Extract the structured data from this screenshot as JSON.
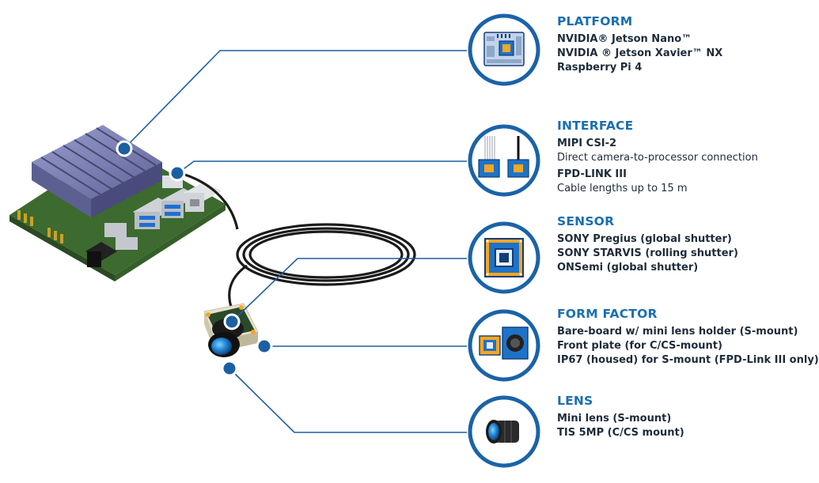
{
  "colors": {
    "accent_blue": "#1a6fb0",
    "ring_blue": "#1a63a8",
    "connector_blue": "#1c5fa3",
    "orange": "#f5a623",
    "heatsink": "#7f83b5",
    "pcb_green": "#4d7a3a"
  },
  "sections": {
    "platform": {
      "title": "PLATFORM",
      "lines": [
        "NVIDIA® Jetson Nano™",
        "NVIDIA ® Jetson Xavier™ NX",
        "Raspberry Pi 4"
      ]
    },
    "interface": {
      "title": "INTERFACE",
      "items": [
        {
          "name": "MIPI CSI-2",
          "desc": "Direct camera-to-processor connection"
        },
        {
          "name": "FPD-LINK III",
          "desc": "Cable lengths up to 15 m"
        }
      ]
    },
    "sensor": {
      "title": "SENSOR",
      "lines": [
        "SONY Pregius (global shutter)",
        "SONY STARVIS (rolling shutter)",
        "ONSemi (global shutter)"
      ]
    },
    "form_factor": {
      "title": "FORM FACTOR",
      "lines": [
        "Bare-board w/ mini lens holder (S-mount)",
        "Front plate (for C/CS-mount)",
        "IP67 (housed) for S-mount (FPD-Link III only)"
      ]
    },
    "lens": {
      "title": "LENS",
      "lines": [
        "Mini lens (S-mount)",
        "TIS 5MP (C/CS mount)"
      ]
    }
  },
  "icons": {
    "platform": "circuit-board-icon",
    "interface": "connector-cables-icon",
    "sensor": "image-sensor-icon",
    "form_factor": "camera-housing-icon",
    "lens": "lens-icon"
  }
}
